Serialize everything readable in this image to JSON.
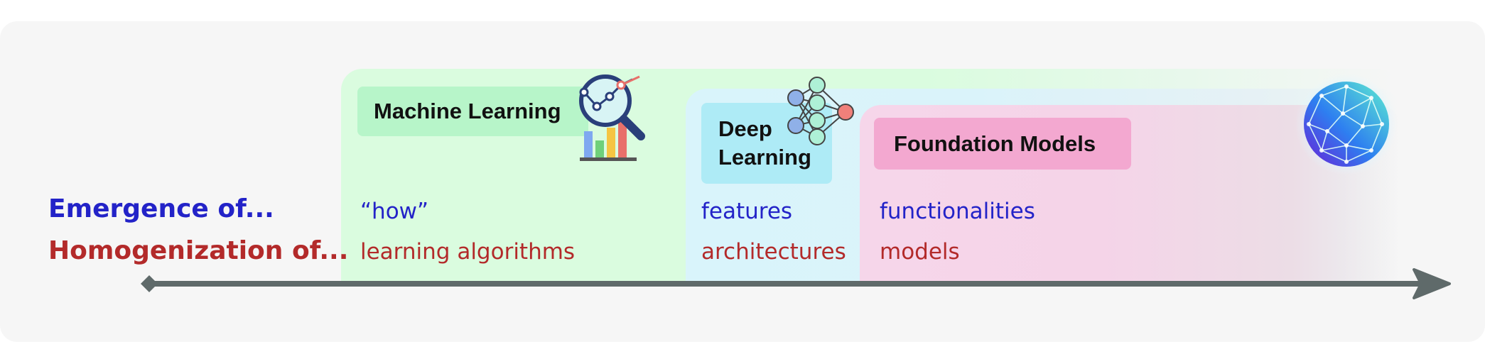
{
  "rows": {
    "emergence_label": "Emergence of...",
    "homogenization_label": "Homogenization of..."
  },
  "stages": [
    {
      "title": "Machine Learning",
      "emergence": "“how”",
      "homogenization": "learning algorithms"
    },
    {
      "title": "Deep Learning",
      "emergence": "features",
      "homogenization": "architectures"
    },
    {
      "title": "Foundation Models",
      "emergence": "functionalities",
      "homogenization": "models"
    }
  ],
  "colors": {
    "emergence": "#2323c8",
    "homogenization": "#b32a2a",
    "ml_panel": "#dafcdf",
    "dl_panel": "#d9f4fb",
    "fm_panel": "#f6d6ea",
    "axis": "#5f6a6a"
  },
  "icons": {
    "machine_learning": "magnifier-chart-icon",
    "deep_learning": "neural-network-icon",
    "foundation_models": "globe-network-icon"
  }
}
